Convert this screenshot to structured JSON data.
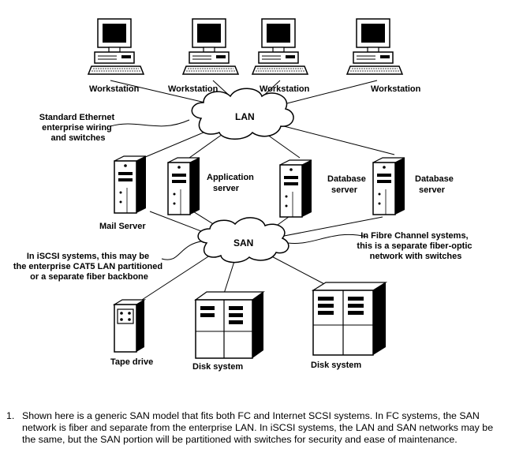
{
  "nodes": {
    "ws1": "Workstation",
    "ws2": "Workstation",
    "ws3": "Workstation",
    "ws4": "Workstation",
    "lan": "LAN",
    "san": "SAN",
    "mail": [
      "Mail Server"
    ],
    "app": [
      "Application",
      "server"
    ],
    "db1": [
      "Database",
      "server"
    ],
    "db2": [
      "Database",
      "server"
    ],
    "tape": [
      "Tape drive"
    ],
    "disk1": [
      "Disk system"
    ],
    "disk2": [
      "Disk system"
    ]
  },
  "annotations": {
    "ethernet": [
      "Standard Ethernet",
      "enterprise wiring",
      "and switches"
    ],
    "iscsi": [
      "In iSCSI systems, this may be",
      "the enterprise CAT5 LAN partitioned",
      "or a separate fiber backbone"
    ],
    "fibre": [
      "In Fibre Channel systems,",
      "this is a separate fiber-optic",
      "network with switches"
    ]
  },
  "caption": {
    "number": "1.",
    "text": "Shown here is a generic SAN model that fits both FC and Internet SCSI systems. In FC systems, the SAN network is fiber and separate from the enterprise LAN. In iSCSI systems, the LAN and SAN networks may be the same, but the SAN portion will be partitioned with switches for security and ease of maintenance."
  }
}
